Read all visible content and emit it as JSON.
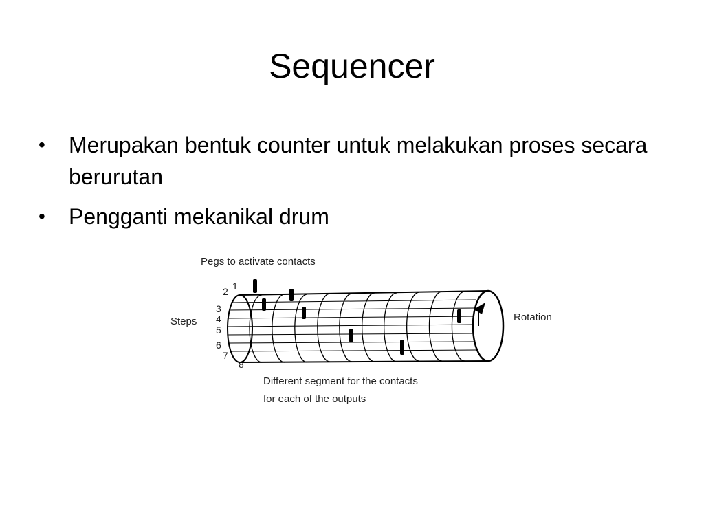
{
  "slide": {
    "title": "Sequencer",
    "bullets": [
      {
        "marker": "•",
        "text": "Merupakan bentuk counter untuk melakukan proses secara berurutan"
      },
      {
        "marker": "•",
        "text": "Pengganti mekanikal drum"
      }
    ]
  },
  "diagram": {
    "pegs_label": "Pegs to activate contacts",
    "steps_label": "Steps",
    "rotation_label": "Rotation",
    "segment_label_line1": "Different segment for the contacts",
    "segment_label_line2": "for each of the outputs",
    "step_numbers": [
      "1",
      "2",
      "3",
      "4",
      "5",
      "6",
      "7",
      "8"
    ]
  }
}
